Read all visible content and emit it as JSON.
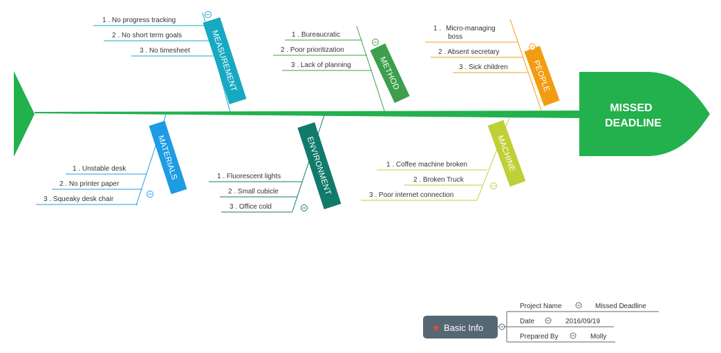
{
  "head": {
    "line1": "MISSED",
    "line2": "DEADLINE",
    "color": "#22b14c"
  },
  "spine_color": "#22b14c",
  "categories": [
    {
      "name": "MEASUREMENT",
      "color": "#17a9c2",
      "causes": [
        "1 .  No progress tracking",
        "2 .  No short term goals",
        "3 .  No timesheet"
      ]
    },
    {
      "name": "METHOD",
      "color": "#3d9f4b",
      "causes": [
        "1 .  Bureaucratic",
        "2 .  Poor prioritization",
        "3 .  Lack of planning"
      ]
    },
    {
      "name": "PEOPLE",
      "color": "#f39c12",
      "causes": [
        "1 .  Micro-managing boss",
        "2 .  Absent secretary",
        "3 .  Sick children"
      ]
    },
    {
      "name": "MATERIALS",
      "color": "#1e9ce3",
      "causes": [
        "1 .  Unstable desk",
        "2 .  No printer paper",
        "3 .  Squeaky desk chair"
      ]
    },
    {
      "name": "ENVIRONMENT",
      "color": "#127a6b",
      "causes": [
        "1 .  Fluorescent lights",
        "2 .  Small cubicle",
        "3 .  Office cold"
      ]
    },
    {
      "name": "MACHINE",
      "color": "#bfcf35",
      "causes": [
        "1 .  Coffee machine broken",
        "2 .  Broken Truck",
        "3 .  Poor internet connection"
      ]
    }
  ],
  "basic_info": {
    "label": "Basic Info",
    "color": "#556773",
    "star_color": "#e74c3c",
    "rows": [
      {
        "key": "Project Name",
        "value": "Missed Deadline"
      },
      {
        "key": "Date",
        "value": "2016/09/19"
      },
      {
        "key": "Prepared By",
        "value": "Molly"
      }
    ]
  }
}
